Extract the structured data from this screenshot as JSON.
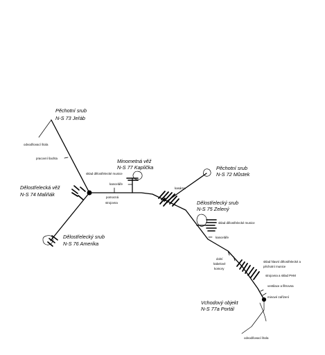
{
  "diagram": {
    "colors": {
      "line": "#000000",
      "background": "#ffffff"
    },
    "objects": {
      "ns73_title": "Pěchotní srub",
      "ns73_code": "N-S 73 Jeřáb",
      "ns77_title": "Minometná věž",
      "ns77_code": "N-S 77 Kaplička",
      "ns72_title": "Pěchotní srub",
      "ns72_code": "N-S 72 Můstek",
      "ns74_title": "Dělostřelecká věž",
      "ns74_code": "N-S 74 Maliňák",
      "ns75_title": "Dělostřelecký srub",
      "ns75_code": "N-S 75 Zelený",
      "ns76_title": "Dělostřelecký srub",
      "ns76_code": "N-S 76 Amerika",
      "ns77a_title": "Vchodový objekt",
      "ns77a_code": "N-S 77a Portál"
    },
    "notes": {
      "vent_shaft_top": "odvodňovací štola",
      "work_shaft": "pracovní šachta",
      "ammo_store_77": "sklad dělostřelecké munice",
      "offices_77": "kanceláře",
      "aux_machine_room_1": "pomocná",
      "aux_machine_room_2": "strojovna",
      "barracks": "kasárna",
      "ammo_store_75": "sklad dělostřelecké munice",
      "offices_75": "kanceláře",
      "lower_cable_1": "dolní",
      "lower_cable_2": "kabelové",
      "lower_cable_3": "komory",
      "main_store_1": "sklad hlavní dělostřelecké a",
      "main_store_2": "pěchotní munice",
      "engine_room": "strojovna a sklad PHM",
      "ventilation": "ventilace a filtrovna",
      "mine_device": "minové zařízení",
      "vent_shaft_bottom": "odvodňovací štola"
    }
  }
}
